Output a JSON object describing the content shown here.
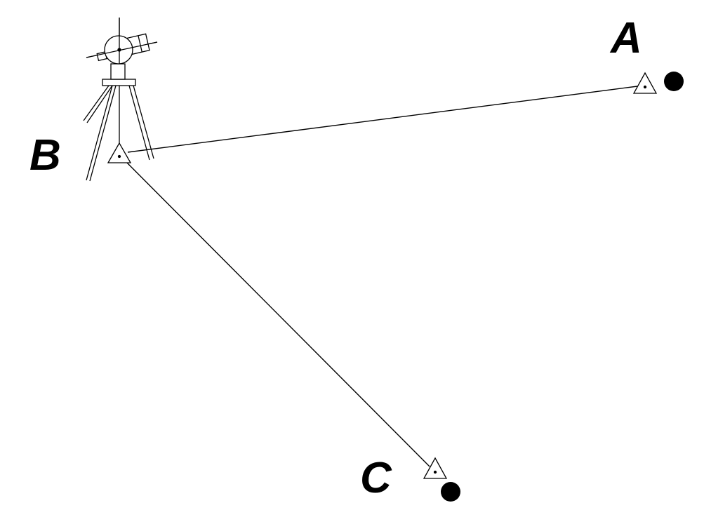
{
  "diagram": {
    "labels": {
      "a": "A",
      "b": "B",
      "c": "C"
    },
    "icons": {
      "theodolite": "theodolite-on-tripod-icon",
      "station_marker": "triangle-station-marker-icon",
      "target": "filled-circle-target-icon"
    },
    "colors": {
      "line": "#000000",
      "background": "#ffffff"
    }
  }
}
